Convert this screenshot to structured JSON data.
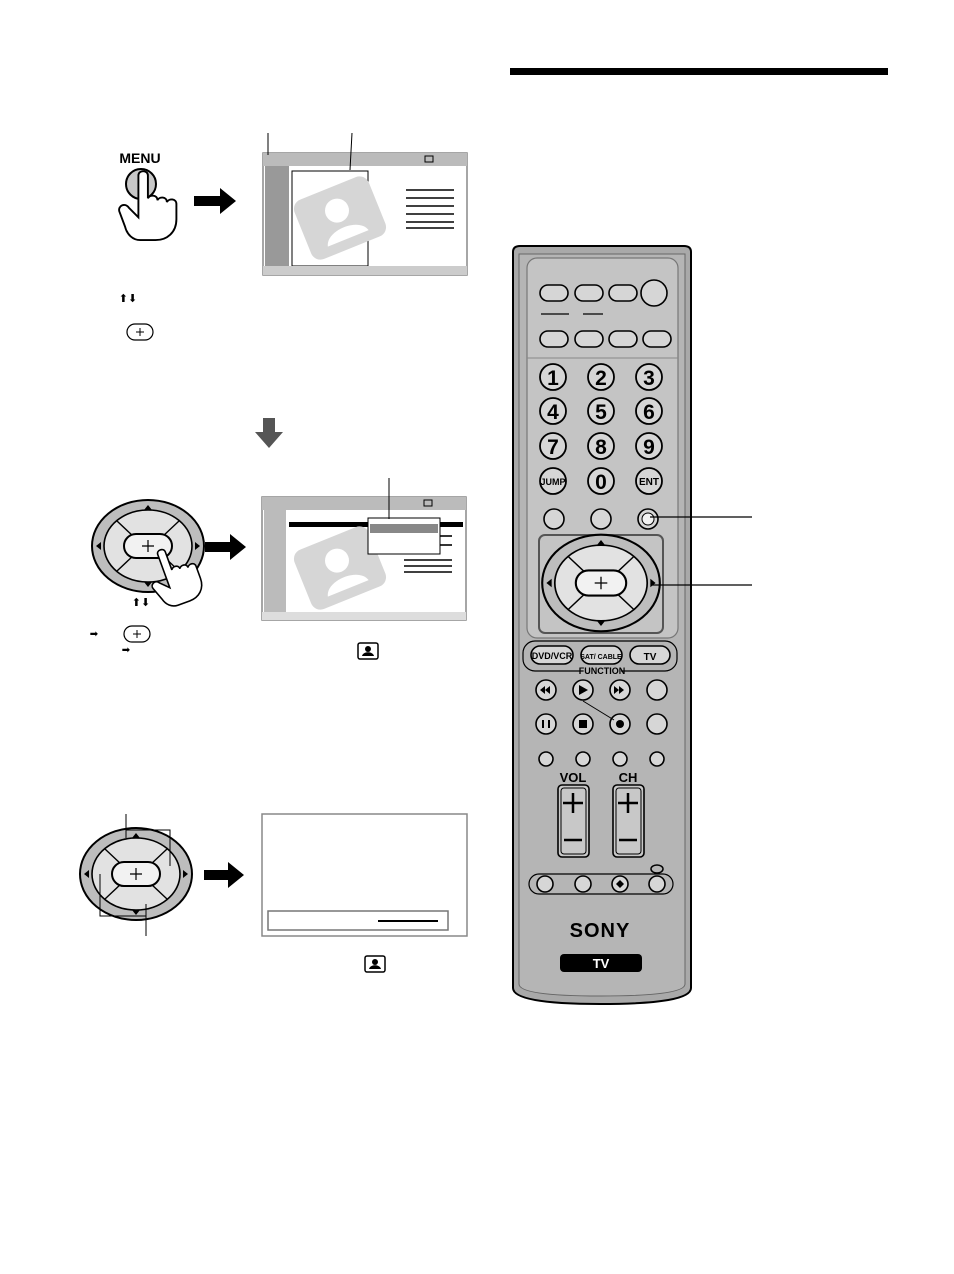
{
  "menu_button": {
    "label": "MENU"
  },
  "remote": {
    "numbers": [
      "1",
      "2",
      "3",
      "4",
      "5",
      "6",
      "7",
      "8",
      "9"
    ],
    "jump_label": "JUMP",
    "zero_label": "0",
    "ent_label": "ENT",
    "function_buttons": [
      "DVD/VCR",
      "SAT/ CABLE",
      "TV"
    ],
    "function_label": "FUNCTION",
    "vol_label": "VOL",
    "ch_label": "CH",
    "brand": "SONY",
    "model_badge": "TV"
  },
  "colors": {
    "remote_body": "#a9a9a9",
    "remote_panel": "#c4c4c4",
    "button_fill": "#d6d6d6",
    "arrow": "#000000",
    "screen_gray": "#b8b8b8"
  },
  "icons": [
    "hand-press-icon",
    "arrow-right-icon",
    "arrow-down-icon",
    "joystick-icon",
    "picture-menu-icon"
  ]
}
